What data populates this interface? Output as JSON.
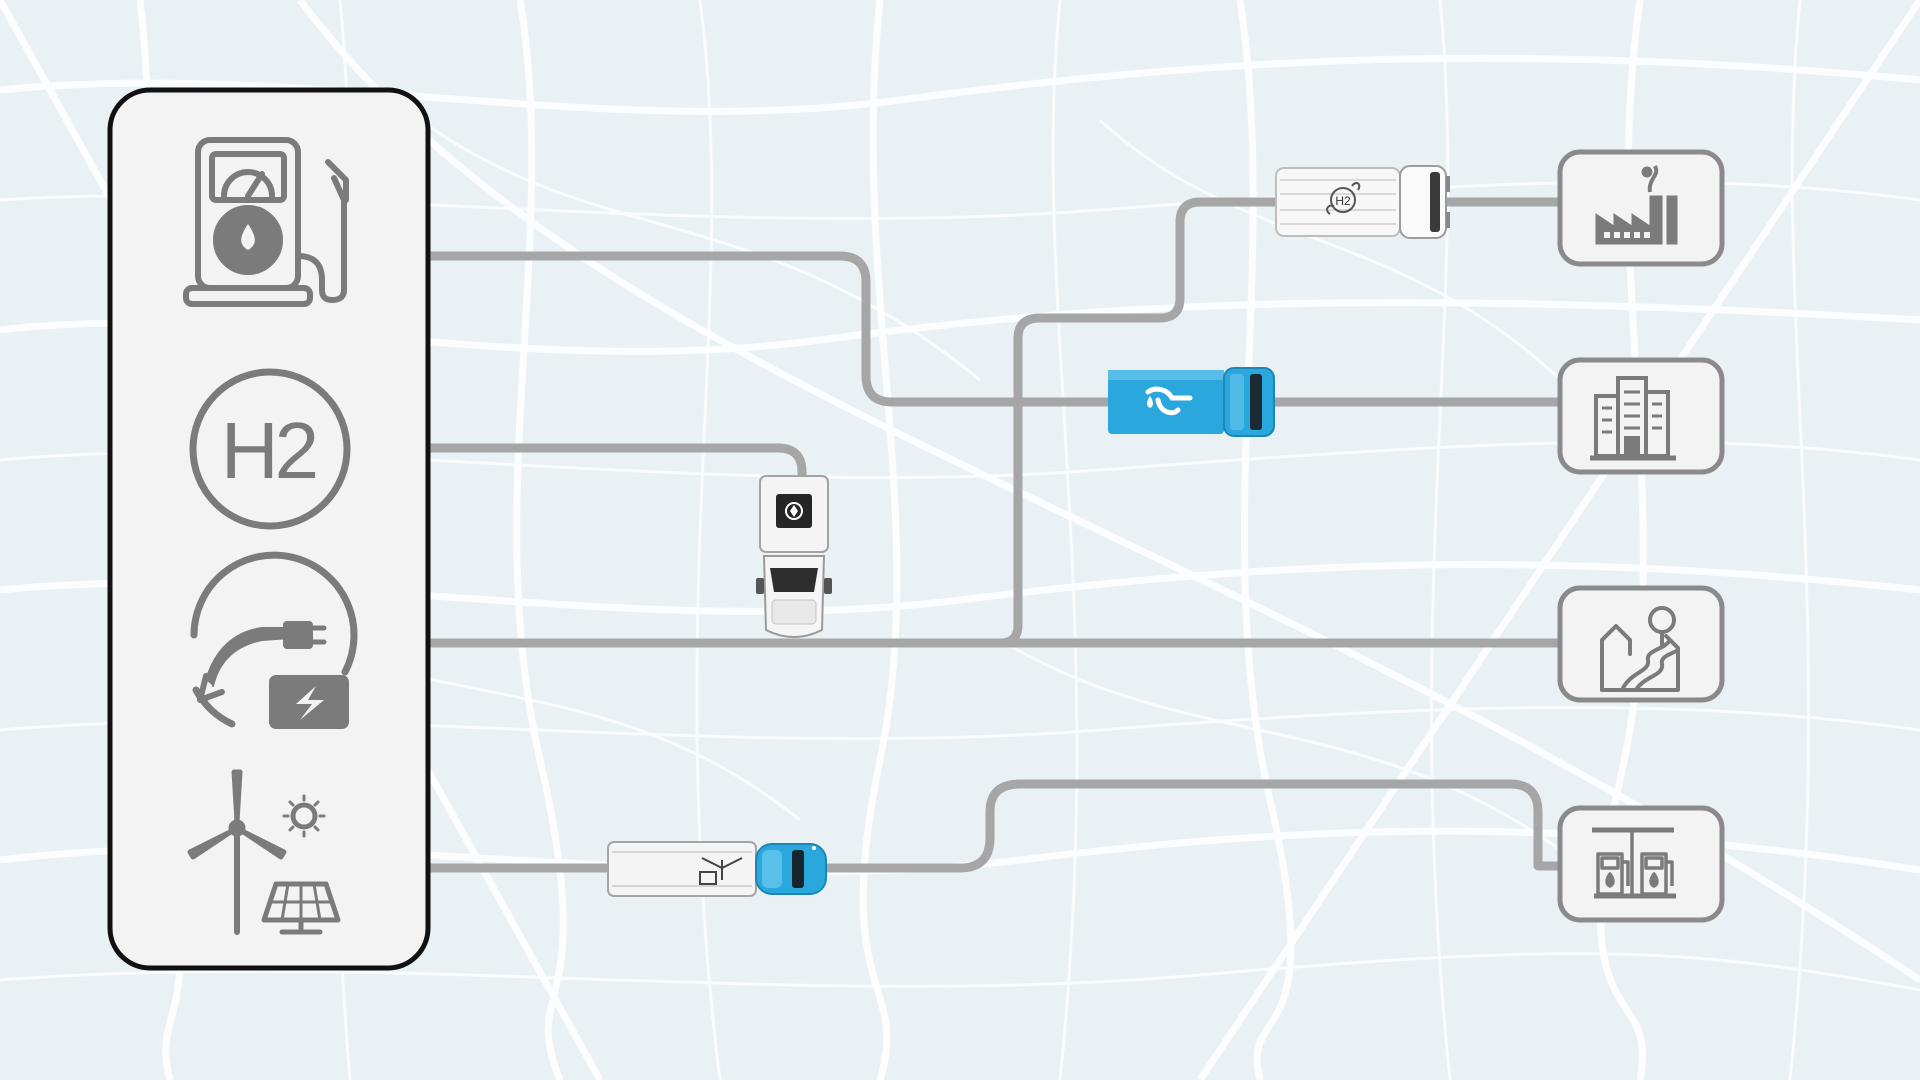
{
  "theme": {
    "map_background": "#e9f1f5",
    "street_color": "#ffffff",
    "route_color": "#a6a6a6",
    "icon_gray": "#7b7b7b",
    "panel_border": "#111111",
    "panel_fill": "#f3f3f3",
    "vehicle_blue": "#2aa7dc",
    "vehicle_white": "#f5f5f5"
  },
  "source_panel": {
    "items": [
      {
        "icon": "fuel-pump-icon"
      },
      {
        "icon": "hydrogen-h2-icon",
        "text": "H2"
      },
      {
        "icon": "ev-charger-battery-icon"
      },
      {
        "icon": "wind-turbine-solar-panel-icon"
      }
    ]
  },
  "destinations": [
    {
      "icon": "factory-icon"
    },
    {
      "icon": "office-buildings-icon"
    },
    {
      "icon": "rural-village-road-icon"
    },
    {
      "icon": "fuel-station-icon"
    }
  ],
  "vehicles": [
    {
      "name": "hydrogen-tanker-truck",
      "color": "white",
      "label": "H2"
    },
    {
      "name": "fuel-tanker-truck",
      "color": "blue"
    },
    {
      "name": "battery-pickup-truck",
      "color": "white"
    },
    {
      "name": "energy-transport-truck",
      "color": "white",
      "cab_color": "blue"
    }
  ]
}
